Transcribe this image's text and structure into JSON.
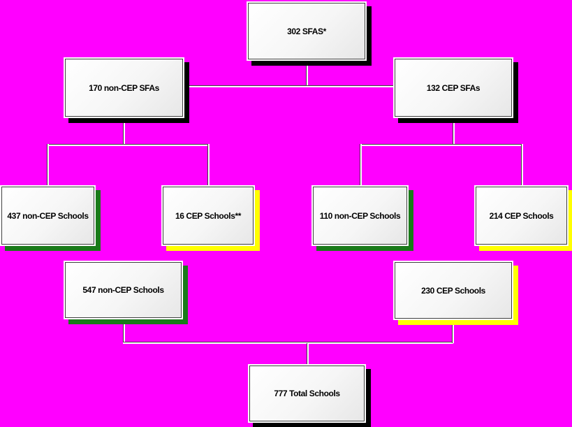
{
  "diagram": {
    "type": "flowchart",
    "background_color": "#FF00FF",
    "colors": {
      "box_fill_top": "#FFFFFF",
      "box_fill_bottom": "#E7E7E7",
      "box_border": "#404040",
      "box_outline": "#FFFFFF",
      "shadow_black": "#000000",
      "shadow_green": "#1A7A1A",
      "shadow_yellow": "#FFFF00",
      "connector_dark": "#404040",
      "connector_light": "#FFFFFF",
      "text": "#000000"
    },
    "nodes": [
      {
        "id": "sfas-total",
        "label": "302 SFAS*",
        "shadow": "black"
      },
      {
        "id": "non-cep-sfas",
        "label": "170 non-CEP SFAs",
        "shadow": "black"
      },
      {
        "id": "cep-sfas",
        "label": "132 CEP SFAs",
        "shadow": "black"
      },
      {
        "id": "non-cep-schools-in-non-cep-sfas",
        "label": "437 non-CEP Schools",
        "shadow": "green"
      },
      {
        "id": "cep-schools-in-non-cep-sfas",
        "label": "16 CEP Schools**",
        "shadow": "yellow"
      },
      {
        "id": "non-cep-schools-in-cep-sfas",
        "label": "110 non-CEP Schools",
        "shadow": "green"
      },
      {
        "id": "cep-schools-in-cep-sfas",
        "label": "214 CEP Schools",
        "shadow": "yellow"
      },
      {
        "id": "total-non-cep-schools",
        "label": "547 non-CEP Schools",
        "shadow": "green"
      },
      {
        "id": "total-cep-schools",
        "label": "230 CEP Schools",
        "shadow": "yellow"
      },
      {
        "id": "total-schools",
        "label": "777 Total Schools",
        "shadow": "black"
      }
    ],
    "edges": [
      "302 SFAS* -> 170 non-CEP SFAs",
      "302 SFAS* -> 132 CEP SFAs",
      "170 non-CEP SFAs -> 437 non-CEP Schools",
      "170 non-CEP SFAs -> 16 CEP Schools**",
      "132 CEP SFAs -> 110 non-CEP Schools",
      "132 CEP SFAs -> 214 CEP Schools",
      "547 non-CEP Schools -> 777 Total Schools",
      "230 CEP Schools -> 777 Total Schools"
    ]
  }
}
